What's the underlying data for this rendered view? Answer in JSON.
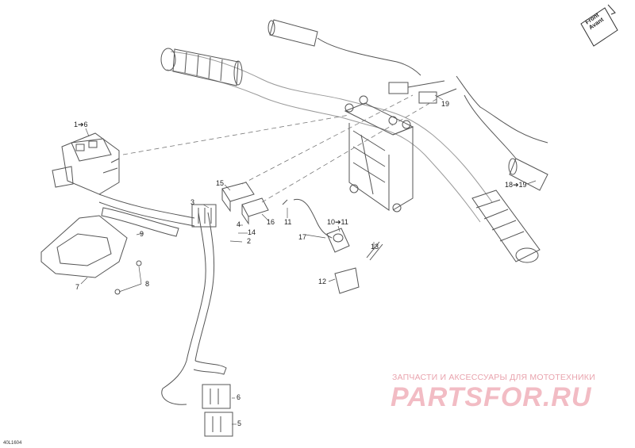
{
  "document_id": "40L1604",
  "front_label": [
    "Front",
    "Avant"
  ],
  "callouts": {
    "c1_6": "1➔6",
    "c3": "3",
    "c4": "4",
    "c14": "14",
    "c2": "2",
    "c9": "9",
    "c7": "7",
    "c8": "8",
    "c15": "15",
    "c16": "16",
    "c11": "11",
    "c10_11": "10➔11",
    "c17": "17",
    "c13": "13",
    "c12": "12",
    "c19": "19",
    "c18_19": "18➔19",
    "c6": "6",
    "c5": "5"
  },
  "watermark": {
    "tagline": "ЗАПЧАСТИ И АКСЕССУАРЫ ДЛЯ МОТОТЕХНИКИ",
    "logo": "PARTSFOR.RU"
  },
  "colors": {
    "line": "#555555",
    "light_line": "#9a9a9a",
    "watermark": "#f2bcc4"
  }
}
